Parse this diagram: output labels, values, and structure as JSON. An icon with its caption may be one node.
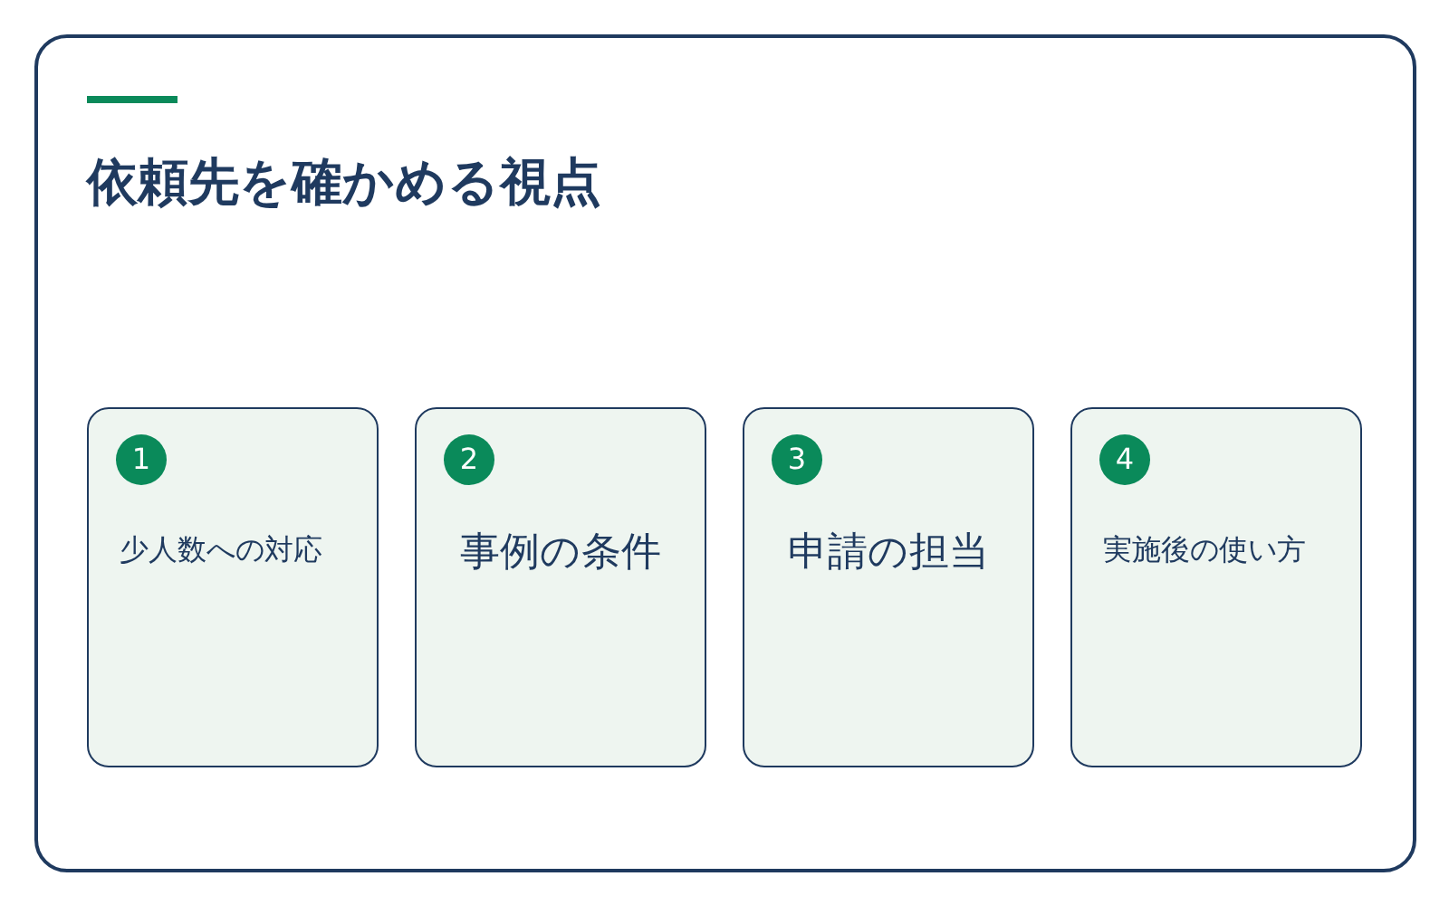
{
  "diagram": {
    "title": "依頼先を確かめる視点",
    "nodes": [
      {
        "text": [
          "1",
          "少人数への対応"
        ]
      },
      {
        "text": [
          "2",
          "事例の条件"
        ]
      },
      {
        "text": [
          "3",
          "申請の担当"
        ]
      },
      {
        "text": [
          "4",
          "実施後の使い方"
        ]
      }
    ]
  }
}
